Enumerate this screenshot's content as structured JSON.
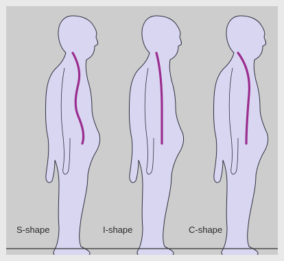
{
  "figures": [
    {
      "label": "S-shape",
      "spine_type": "s"
    },
    {
      "label": "I-shape",
      "spine_type": "i"
    },
    {
      "label": "C-shape",
      "spine_type": "c"
    }
  ],
  "colors": {
    "outer_background": "#e9e9e9",
    "panel_background": "#cdcdcd",
    "body_fill": "#d9d6f1",
    "body_outline": "#2e2e3e",
    "spine": "#9a2e8f",
    "ground_line": "#333333"
  }
}
